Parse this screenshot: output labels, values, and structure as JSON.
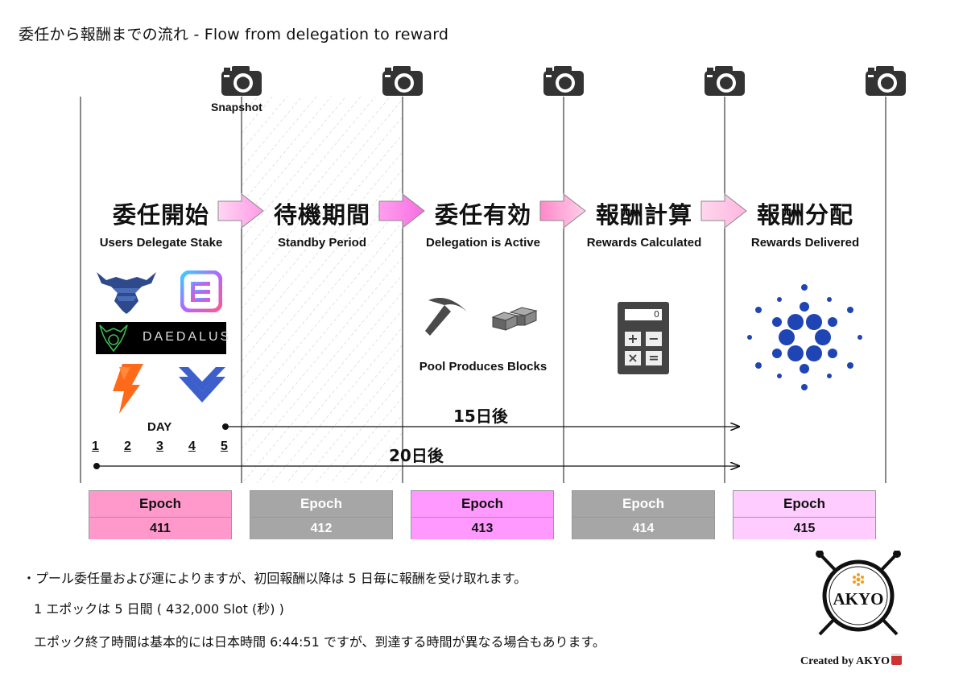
{
  "title": "委任から報酬までの流れ - Flow from delegation to reward",
  "snapshot_label": "Snapshot",
  "phases": [
    {
      "jp": "委任開始",
      "en": "Users Delegate Stake"
    },
    {
      "jp": "待機期間",
      "en": "Standby Period"
    },
    {
      "jp": "委任有効",
      "en": "Delegation is Active"
    },
    {
      "jp": "報酬計算",
      "en": "Rewards Calculated"
    },
    {
      "jp": "報酬分配",
      "en": "Rewards Delivered"
    }
  ],
  "wallets": {
    "daedalus_label": "DAEDALUS"
  },
  "pool_label": "Pool Produces Blocks",
  "calculator_display": "0",
  "day_label": "DAY",
  "days": [
    "1",
    "2",
    "3",
    "4",
    "5"
  ],
  "arrow_15": "15日後",
  "arrow_20": "20日後",
  "epochs": [
    {
      "label": "Epoch",
      "number": "411",
      "color": "#ff99cc",
      "text_color": "#111111"
    },
    {
      "label": "Epoch",
      "number": "412",
      "color": "#a6a6a6",
      "text_color": "#ffffff"
    },
    {
      "label": "Epoch",
      "number": "413",
      "color": "#ff99ff",
      "text_color": "#111111"
    },
    {
      "label": "Epoch",
      "number": "414",
      "color": "#a6a6a6",
      "text_color": "#ffffff"
    },
    {
      "label": "Epoch",
      "number": "415",
      "color": "#ffccff",
      "text_color": "#111111"
    }
  ],
  "notes": [
    "・プール委任量および運によりますが、初回報酬以降は 5 日毎に報酬を受け取れます。",
    "1 エポックは 5 日間 ( 432,000 Slot (秒) )",
    "エポック終了時間は基本的には日本時間 6:44:51 ですが、到達する時間が異なる場合もあります。"
  ],
  "logo_text": "AKYO",
  "credit": "Created by AKYO"
}
